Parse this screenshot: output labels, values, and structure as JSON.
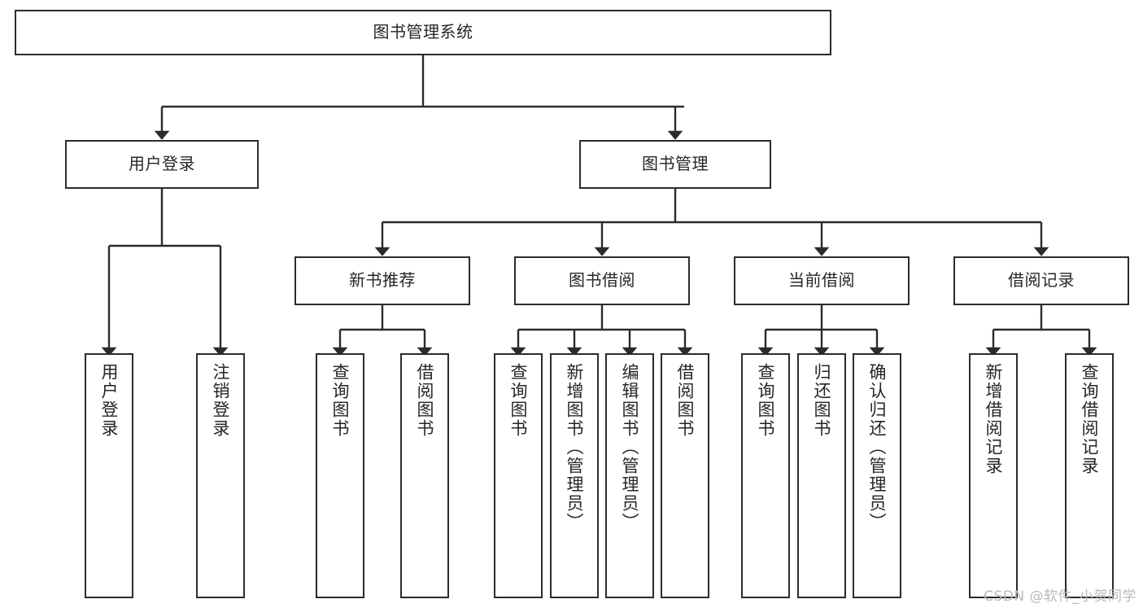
{
  "diagram": {
    "type": "tree-hierarchy",
    "title": "图书管理系统",
    "orientation": "top-down",
    "colors": {
      "box_border": "#2b2b2b",
      "box_fill": "#ffffff",
      "connector": "#2b2b2b",
      "text": "#262626",
      "watermark": "#b9b9b9",
      "background": "#ffffff"
    },
    "nodes": {
      "root": {
        "label": "图书管理系统",
        "level": 0
      },
      "user_login": {
        "label": "用户登录",
        "level": 1
      },
      "book_manage": {
        "label": "图书管理",
        "level": 1
      },
      "new_book_rec": {
        "label": "新书推荐",
        "level": 2
      },
      "book_borrow": {
        "label": "图书借阅",
        "level": 2
      },
      "current_borrow": {
        "label": "当前借阅",
        "level": 2
      },
      "borrow_record": {
        "label": "借阅记录",
        "level": 2
      },
      "leaf_user_login": {
        "label": "用户登录",
        "level": 3
      },
      "leaf_logout": {
        "label": "注销登录",
        "level": 3
      },
      "leaf_query_book_a": {
        "label": "查询图书",
        "level": 3
      },
      "leaf_borrow_book_a": {
        "label": "借阅图书",
        "level": 3
      },
      "leaf_query_book_b": {
        "label": "查询图书",
        "level": 3
      },
      "leaf_add_book": {
        "label": "新增图书（管理员）",
        "level": 3
      },
      "leaf_edit_book": {
        "label": "编辑图书（管理员）",
        "level": 3
      },
      "leaf_borrow_book_b": {
        "label": "借阅图书",
        "level": 3
      },
      "leaf_query_book_c": {
        "label": "查询图书",
        "level": 3
      },
      "leaf_return_book": {
        "label": "归还图书",
        "level": 3
      },
      "leaf_confirm_return": {
        "label": "确认归还（管理员）",
        "level": 3
      },
      "leaf_add_record": {
        "label": "新增借阅记录",
        "level": 3
      },
      "leaf_query_record": {
        "label": "查询借阅记录",
        "level": 3
      }
    },
    "edges": [
      {
        "from": "root",
        "to": "user_login"
      },
      {
        "from": "root",
        "to": "book_manage"
      },
      {
        "from": "user_login",
        "to": "leaf_user_login"
      },
      {
        "from": "user_login",
        "to": "leaf_logout"
      },
      {
        "from": "book_manage",
        "to": "new_book_rec"
      },
      {
        "from": "book_manage",
        "to": "book_borrow"
      },
      {
        "from": "book_manage",
        "to": "current_borrow"
      },
      {
        "from": "book_manage",
        "to": "borrow_record"
      },
      {
        "from": "new_book_rec",
        "to": "leaf_query_book_a"
      },
      {
        "from": "new_book_rec",
        "to": "leaf_borrow_book_a"
      },
      {
        "from": "book_borrow",
        "to": "leaf_query_book_b"
      },
      {
        "from": "book_borrow",
        "to": "leaf_add_book"
      },
      {
        "from": "book_borrow",
        "to": "leaf_edit_book"
      },
      {
        "from": "book_borrow",
        "to": "leaf_borrow_book_b"
      },
      {
        "from": "current_borrow",
        "to": "leaf_query_book_c"
      },
      {
        "from": "current_borrow",
        "to": "leaf_return_book"
      },
      {
        "from": "current_borrow",
        "to": "leaf_confirm_return"
      },
      {
        "from": "borrow_record",
        "to": "leaf_add_record"
      },
      {
        "from": "borrow_record",
        "to": "leaf_query_record"
      }
    ]
  },
  "watermark": {
    "text": "CSDN @软件_小贺同学"
  }
}
